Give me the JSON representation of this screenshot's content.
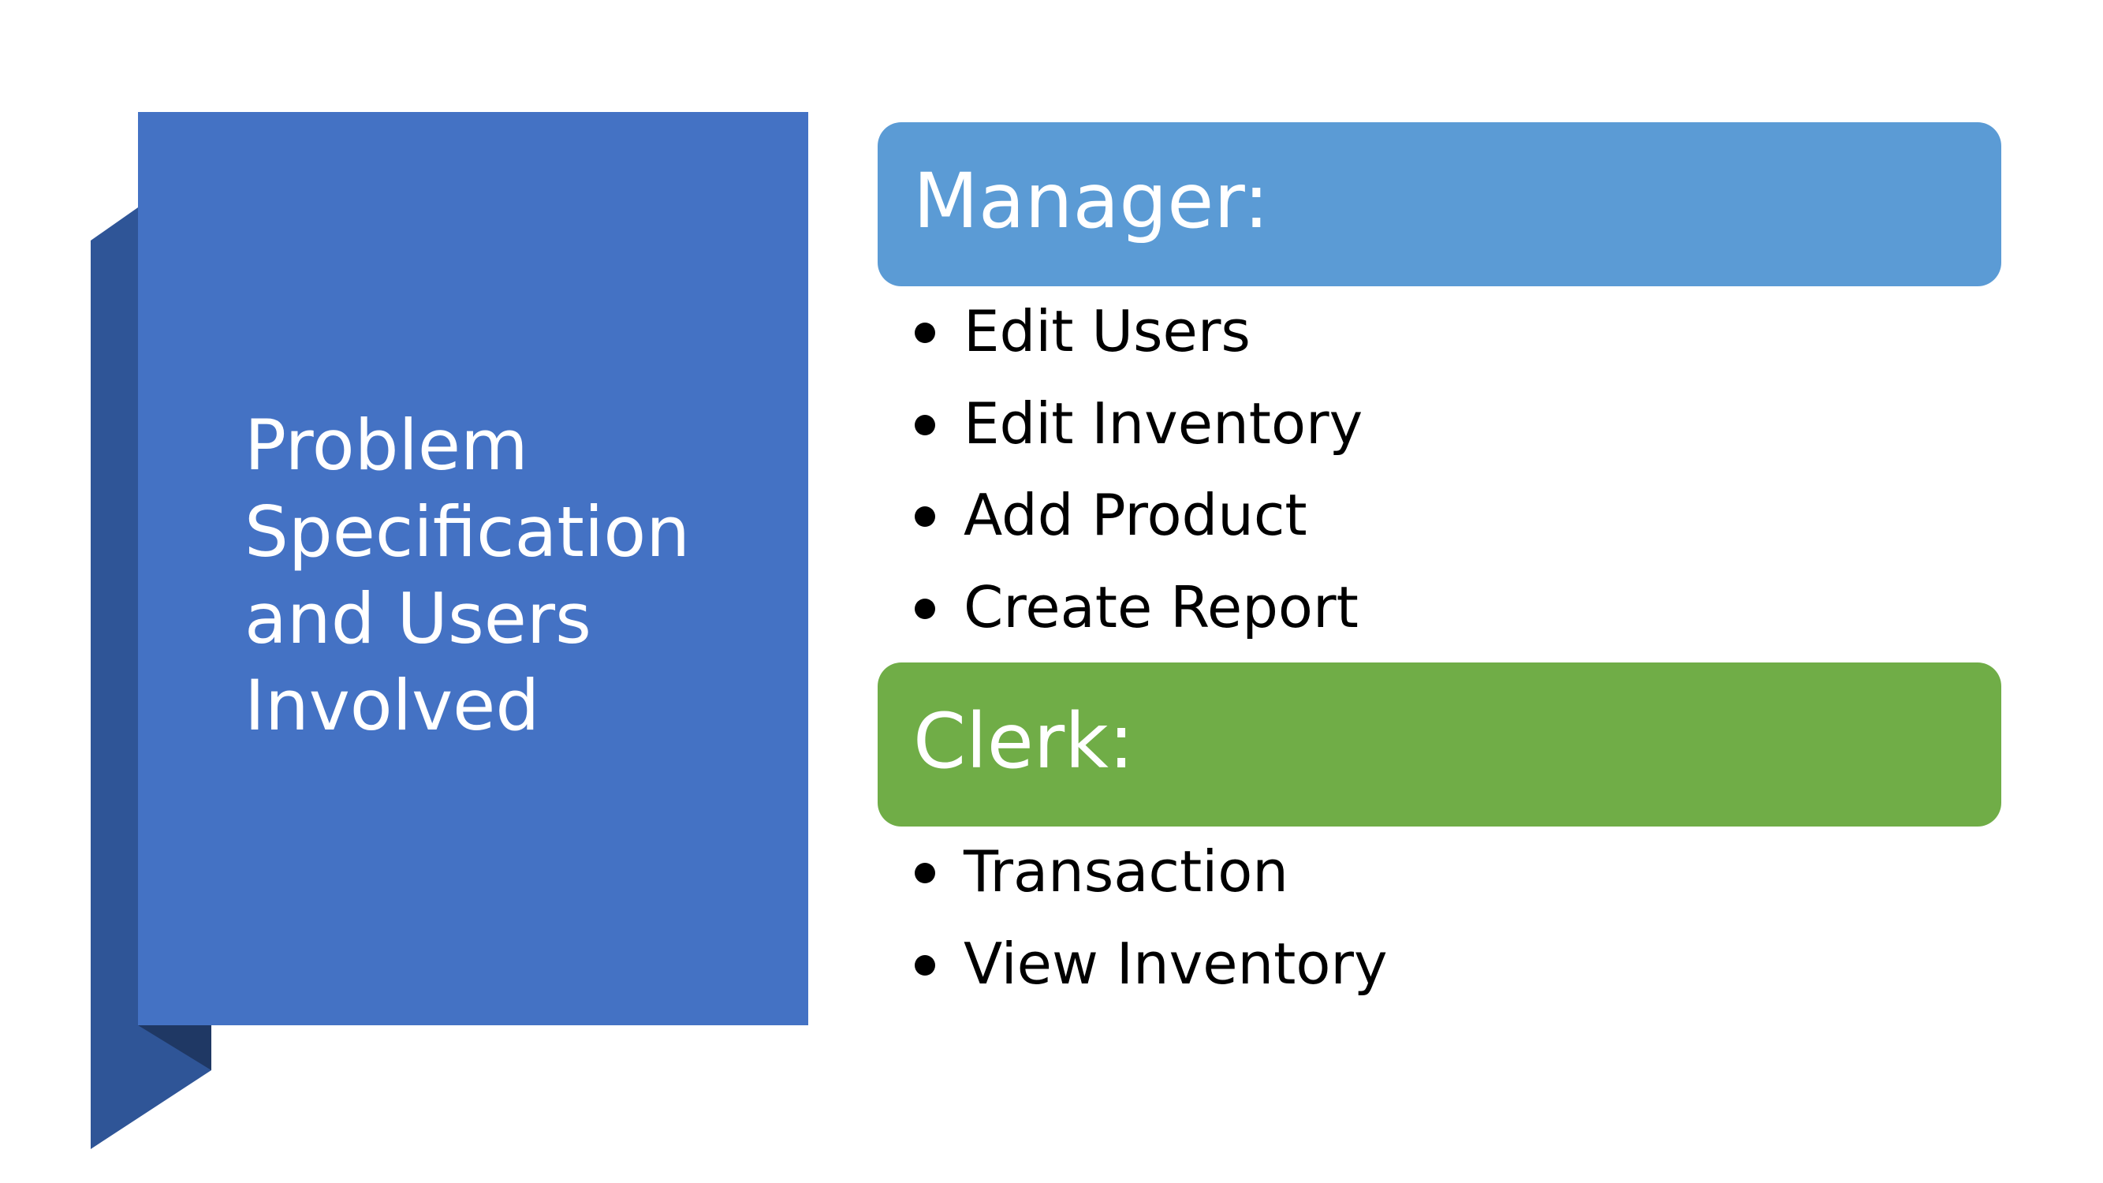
{
  "slide": {
    "title": "Problem Specification and Users Involved",
    "banner_color": "#4472C4",
    "banner_shadow_color": "#2F5597",
    "banner_fold_color": "#1F3864"
  },
  "sections": [
    {
      "header": "Manager:",
      "color": "#5B9BD5",
      "items": [
        "Edit Users",
        "Edit Inventory",
        "Add Product",
        "Create Report"
      ]
    },
    {
      "header": "Clerk:",
      "color": "#70AD47",
      "items": [
        "Transaction",
        "View Inventory"
      ]
    }
  ]
}
